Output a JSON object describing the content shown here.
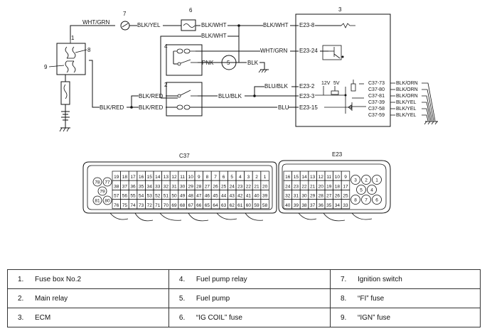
{
  "wires": {
    "wht_grn_top": "WHT/GRN",
    "blk_yel_top": "BLK/YEL",
    "blk_wht_1": "BLK/WHT",
    "blk_wht_2": "BLK/WHT",
    "blk_wht_3": "BLK/WHT",
    "wht_grn_ecm": "WHT/GRN",
    "pnk": "PNK",
    "blk": "BLK",
    "blk_red_1": "BLK/RED",
    "blk_red_2": "BLK/RED",
    "blk_red_3": "BLK/RED",
    "blu_blk_1": "BLU/BLK",
    "blu_blk_2": "BLU/BLK",
    "blu": "BLU"
  },
  "ecm_terminals": {
    "e23_8": "E23-8",
    "e23_24": "E23-24",
    "e23_2": "E23-2",
    "e23_3": "E23-3",
    "e23_15": "E23-15",
    "c37_73": "C37-73",
    "c37_80": "C37-80",
    "c37_81": "C37-81",
    "c37_39": "C37-39",
    "c37_58": "C37-58",
    "c37_59": "C37-59",
    "v12": "12V",
    "v5": "5V"
  },
  "ecm_right_wires": [
    "BLK/ORN",
    "BLK/ORN",
    "BLK/ORN",
    "BLK/YEL",
    "BLK/YEL",
    "BLK/YEL"
  ],
  "callouts": [
    "1",
    "2",
    "3",
    "4",
    "5",
    "6",
    "7",
    "8",
    "9"
  ],
  "connectors": {
    "c37_title": "C37",
    "e23_title": "E23",
    "c37_rows": [
      [
        "19",
        "18",
        "17",
        "16",
        "15",
        "14",
        "13",
        "12",
        "11",
        "10",
        "9",
        "8",
        "7",
        "6",
        "5",
        "4",
        "3",
        "2",
        "1"
      ],
      [
        "38",
        "37",
        "36",
        "35",
        "34",
        "33",
        "32",
        "31",
        "30",
        "29",
        "28",
        "27",
        "26",
        "25",
        "24",
        "23",
        "22",
        "21",
        "20"
      ],
      [
        "57",
        "56",
        "55",
        "54",
        "53",
        "52",
        "51",
        "50",
        "49",
        "48",
        "47",
        "46",
        "45",
        "44",
        "43",
        "42",
        "41",
        "40",
        "39"
      ],
      [
        "76",
        "75",
        "74",
        "73",
        "72",
        "71",
        "70",
        "69",
        "68",
        "67",
        "66",
        "65",
        "64",
        "63",
        "62",
        "61",
        "60",
        "59",
        "58"
      ]
    ],
    "c37_round": [
      "78",
      "77",
      "79",
      "81",
      "80"
    ],
    "e23_rows": [
      [
        "16",
        "15",
        "14",
        "13",
        "12",
        "11",
        "10",
        "9"
      ],
      [
        "24",
        "23",
        "22",
        "21",
        "20",
        "19",
        "18",
        "17"
      ],
      [
        "32",
        "31",
        "30",
        "29",
        "28",
        "27",
        "26",
        "25"
      ],
      [
        "40",
        "39",
        "38",
        "37",
        "36",
        "35",
        "34",
        "33"
      ]
    ],
    "e23_round": [
      "3",
      "2",
      "1",
      "5",
      "4",
      "8",
      "7",
      "6"
    ]
  },
  "legend": [
    [
      {
        "n": "1.",
        "t": "Fuse box No.2"
      },
      {
        "n": "4.",
        "t": "Fuel pump relay"
      },
      {
        "n": "7.",
        "t": "Ignition switch"
      }
    ],
    [
      {
        "n": "2.",
        "t": "Main relay"
      },
      {
        "n": "5.",
        "t": "Fuel pump"
      },
      {
        "n": "8.",
        "t": "“FI” fuse"
      }
    ],
    [
      {
        "n": "3.",
        "t": "ECM"
      },
      {
        "n": "6.",
        "t": "“IG COIL” fuse"
      },
      {
        "n": "9.",
        "t": "“IGN” fuse"
      }
    ]
  ]
}
